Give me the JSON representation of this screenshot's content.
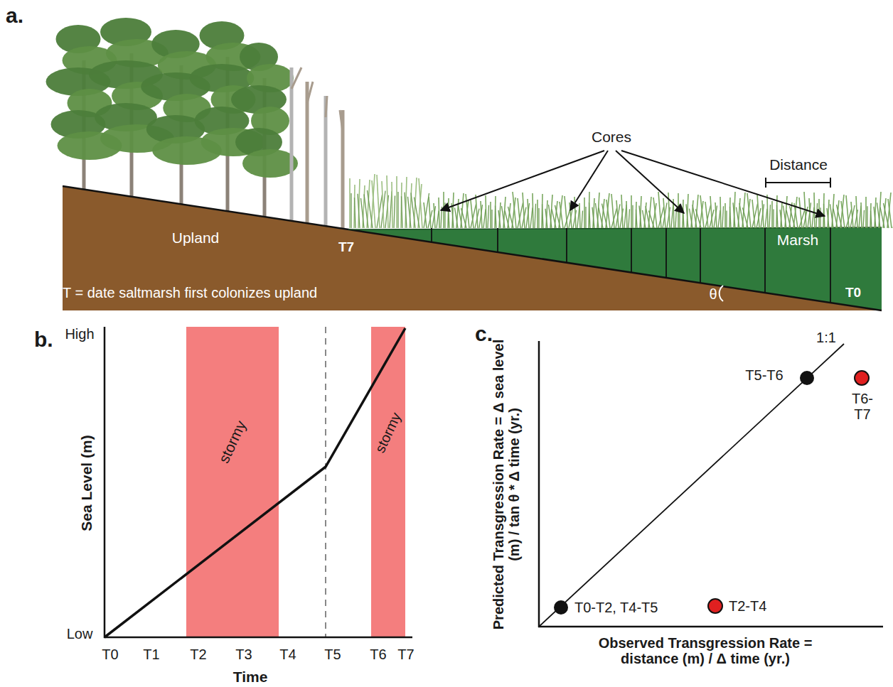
{
  "diagram": {
    "nodes": [
      {
        "text": [
          "stormy"
        ]
      },
      {
        "text": [
          "stormy"
        ]
      }
    ],
    "labels": [
      "a.",
      "Cores",
      "Distance",
      "Upland",
      "T7",
      "Marsh",
      "T = date saltmarsh first colonizes upland",
      "θ",
      "T0",
      "b.",
      "High",
      "Low",
      "Sea Level (m)",
      "T0",
      "T1",
      "T2",
      "T3",
      "T4",
      "T5",
      "T6",
      "T7",
      "Time",
      "c.",
      "1:1",
      "T5-T6",
      "T6- T7",
      "T0-T2, T4-T5",
      "T2-T4",
      "Predicted Transgression Rate = Δ sea level (m) / tan θ * Δ time (yr.)",
      "Observed Transgression Rate = distance (m) / Δ time (yr.)"
    ]
  }
}
